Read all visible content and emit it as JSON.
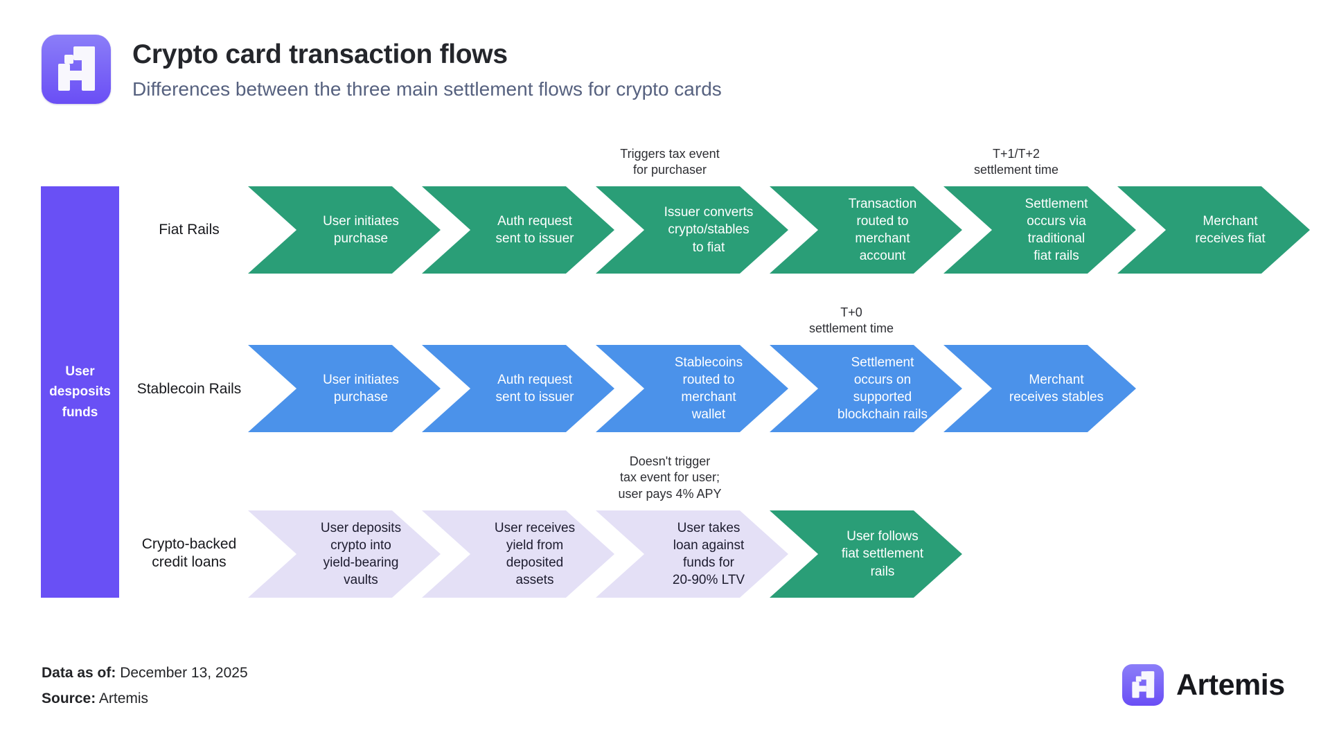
{
  "header": {
    "title": "Crypto card transaction flows",
    "subtitle": "Differences between the three main settlement flows for crypto cards"
  },
  "colors": {
    "green": "#2a9e77",
    "blue": "#4b92ea",
    "lavender": "#e4e0f6",
    "purple": "#6950f5",
    "title_text": "#24262b",
    "subtitle_text": "#56617f"
  },
  "deposit_box": {
    "label": "User\ndesposits\nfunds"
  },
  "rows": [
    {
      "name": "Fiat Rails",
      "color": "green",
      "steps": [
        {
          "label": "User initiates\npurchase"
        },
        {
          "label": "Auth request\nsent to issuer"
        },
        {
          "label": "Issuer converts\ncrypto/stables\nto fiat"
        },
        {
          "label": "Transaction\nrouted to\nmerchant\naccount"
        },
        {
          "label": "Settlement\noccurs via\ntraditional\nfiat rails"
        },
        {
          "label": "Merchant\nreceives fiat"
        }
      ],
      "annotations": [
        {
          "text": "Triggers tax event\nfor purchaser",
          "above_step": 3
        },
        {
          "text": "T+1/T+2\nsettlement time",
          "above_step": 5
        }
      ]
    },
    {
      "name": "Stablecoin Rails",
      "color": "blue",
      "steps": [
        {
          "label": "User initiates\npurchase"
        },
        {
          "label": "Auth request\nsent to issuer"
        },
        {
          "label": "Stablecoins\nrouted to\nmerchant\nwallet"
        },
        {
          "label": "Settlement\noccurs on\nsupported\nblockchain rails"
        },
        {
          "label": "Merchant\nreceives stables"
        }
      ],
      "annotations": [
        {
          "text": "T+0\nsettlement time",
          "above_step": 4
        }
      ]
    },
    {
      "name": "Crypto-backed\ncredit loans",
      "color": "lavender",
      "steps": [
        {
          "label": "User deposits\ncrypto into\nyield-bearing\nvaults",
          "color": "lavender"
        },
        {
          "label": "User receives\nyield from\ndeposited\nassets",
          "color": "lavender"
        },
        {
          "label": "User takes\nloan against\nfunds for\n20-90% LTV",
          "color": "lavender"
        },
        {
          "label": "User follows\nfiat settlement\nrails",
          "color": "green"
        }
      ],
      "annotations": [
        {
          "text": "Doesn't trigger\ntax event for user;\nuser pays 4% APY",
          "above_step": 3
        }
      ]
    }
  ],
  "footer": {
    "data_as_of_label": "Data as of:",
    "data_as_of_value": "December 13, 2025",
    "source_label": "Source:",
    "source_value": "Artemis",
    "brand_name": "Artemis"
  }
}
